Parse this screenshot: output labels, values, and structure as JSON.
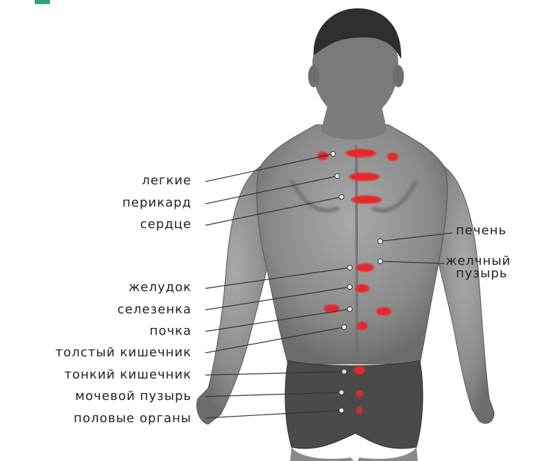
{
  "header": {
    "text": ""
  },
  "colors": {
    "marker": "#e8262b",
    "body": "#8f8f8f",
    "briefs": "#4a4a4a",
    "hair": "#2f2f2f",
    "line": "#333333"
  },
  "labels_left": [
    "легкие",
    "перикард",
    "сердце",
    "желудок",
    "селезенка",
    "почка",
    "толстый кишечник",
    "тонкий кишечник",
    "мочевой пузырь",
    "половые органы"
  ],
  "labels_right": {
    "liver": "печень",
    "gallbladder_line1": "желчный",
    "gallbladder_line2": "пузырь"
  }
}
